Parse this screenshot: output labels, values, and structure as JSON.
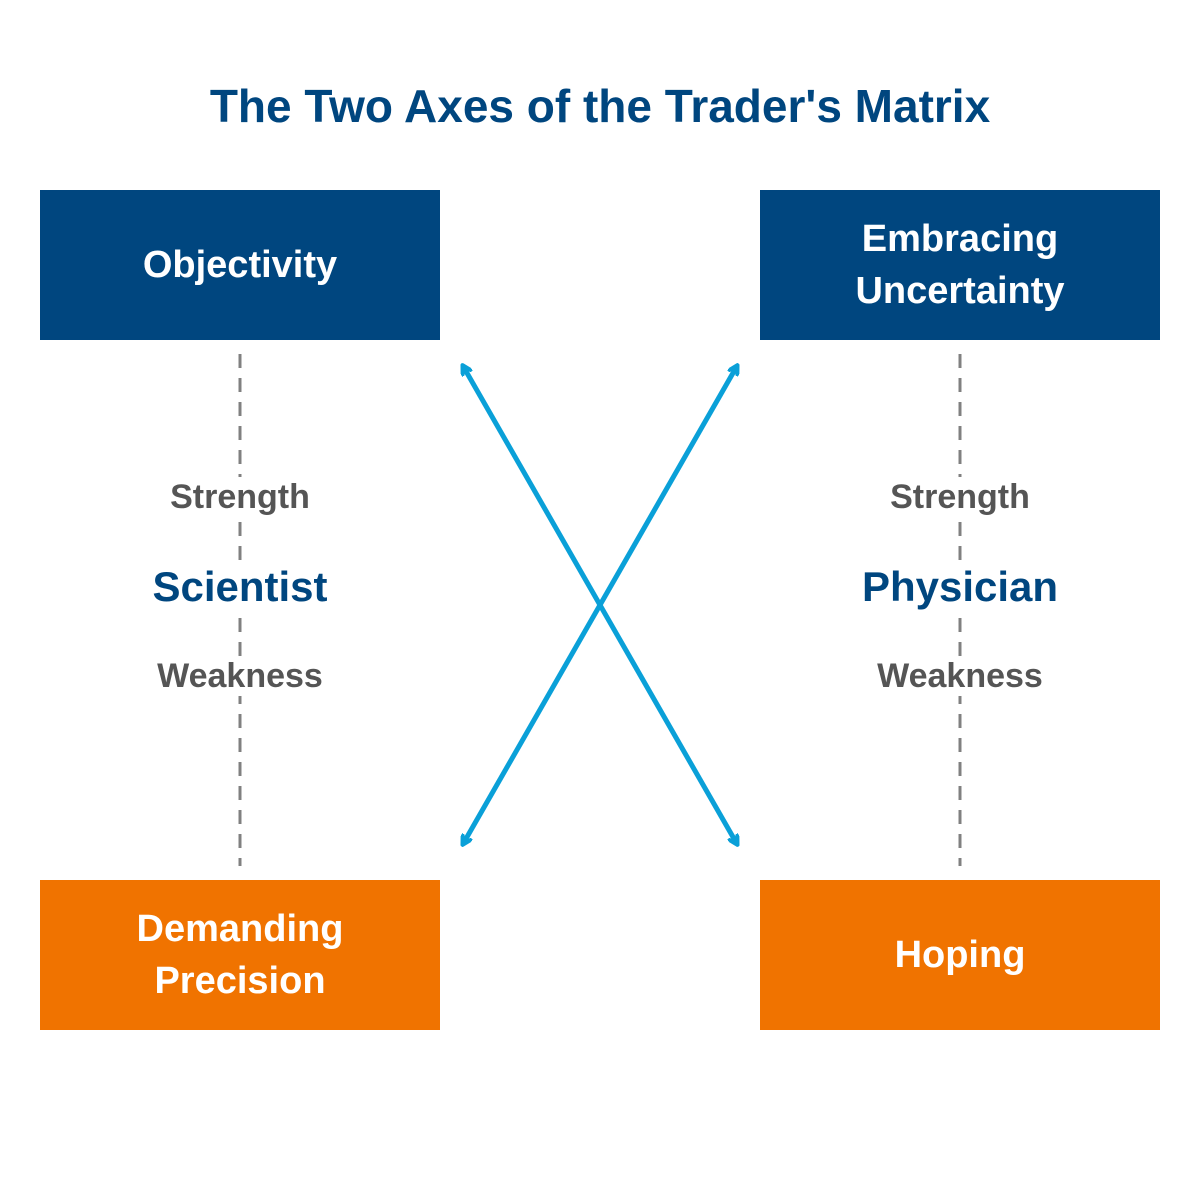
{
  "title": "The Two Axes of the Trader's Matrix",
  "boxes": {
    "top_left": "Objectivity",
    "top_right": "Embracing Uncertainty",
    "bottom_left": "Demanding Precision",
    "bottom_right": "Hoping"
  },
  "left_column": {
    "strength": "Strength",
    "role": "Scientist",
    "weakness": "Weakness"
  },
  "right_column": {
    "strength": "Strength",
    "role": "Physician",
    "weakness": "Weakness"
  },
  "colors": {
    "primary_blue": "#00467f",
    "accent_orange": "#f07300",
    "arrow_blue": "#0aa0d8",
    "dash_gray": "#808080",
    "label_gray": "#555555"
  }
}
